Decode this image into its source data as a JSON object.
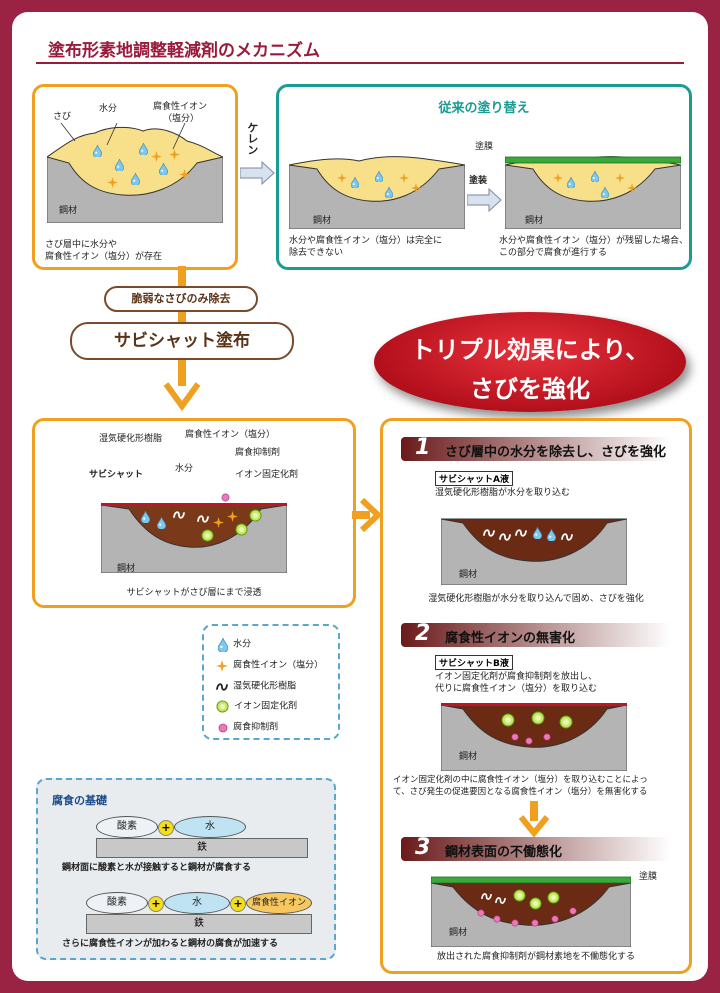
{
  "title": "塗布形素地調整軽減剤のメカニズム",
  "top_left": {
    "labels": {
      "rust": "さび",
      "water": "水分",
      "ion_line1": "腐食性イオン",
      "ion_line2": "（塩分）",
      "steel": "鋼材"
    },
    "caption_line1": "さび層中に水分や",
    "caption_line2": "腐食性イオン（塩分）が存在"
  },
  "keren_label": "ケレン",
  "conventional": {
    "title": "従来の塗り替え",
    "paint_film": "塗膜",
    "coating_label": "塗装",
    "steel": "鋼材",
    "left_caption_line1": "水分や腐食性イオン（塩分）は完全に",
    "left_caption_line2": "除去できない",
    "right_caption_line1": "水分や腐食性イオン（塩分）が残留した場合、",
    "right_caption_line2": "この部分で腐食が進行する"
  },
  "flow": {
    "remove_label": "脆弱なさびのみ除去",
    "apply_label": "サビシャット塗布"
  },
  "triple_banner": {
    "line1": "トリプル効果により、",
    "line2": "さびを強化"
  },
  "middle_left": {
    "labels": {
      "resin": "湿気硬化形樹脂",
      "ion": "腐食性イオン（塩分）",
      "water": "水分",
      "inhibitor": "腐食抑制剤",
      "product": "サビシャット",
      "fixer": "イオン固定化剤",
      "steel": "鋼材"
    },
    "caption": "サビシャットがさび層にまで浸透"
  },
  "legend": {
    "items": [
      {
        "icon": "water-drop-icon",
        "label": "水分"
      },
      {
        "icon": "star-icon",
        "label": "腐食性イオン（塩分）"
      },
      {
        "icon": "resin-curl-icon",
        "label": "湿気硬化形樹脂"
      },
      {
        "icon": "green-circle-icon",
        "label": "イオン固定化剤"
      },
      {
        "icon": "pink-dot-icon",
        "label": "腐食抑制剤"
      }
    ]
  },
  "basics": {
    "title": "腐食の基礎",
    "oxygen": "酸素",
    "water": "水",
    "iron": "鉄",
    "ion": "腐食性イオン",
    "caption1": "鋼材面に酸素と水が接触すると鋼材が腐食する",
    "caption2": "さらに腐食性イオンが加わると鋼材の腐食が加速する"
  },
  "effects": [
    {
      "num": "1",
      "title": "さび層中の水分を除去し、さびを強化",
      "tag": "サビシャットA液",
      "sub": "湿気硬化形樹脂が水分を取り込む",
      "steel": "鋼材",
      "caption": "湿気硬化形樹脂が水分を取り込んで固め、さびを強化"
    },
    {
      "num": "2",
      "title": "腐食性イオンの無害化",
      "tag": "サビシャットB液",
      "sub_line1": "イオン固定化剤が腐食抑制剤を放出し、",
      "sub_line2": "代りに腐食性イオン（塩分）を取り込む",
      "steel": "鋼材",
      "caption_line1": "イオン固定化剤の中に腐食性イオン（塩分）を取り込むことによっ",
      "caption_line2": "て、さび発生の促進要因となる腐食性イオン（塩分）を無害化する"
    },
    {
      "num": "3",
      "title": "鋼材表面の不働態化",
      "paint_film": "塗膜",
      "steel": "鋼材",
      "caption": "放出された腐食抑制剤が鋼材素地を不働態化する"
    }
  ],
  "colors": {
    "burgundy": "#9a1a3a",
    "orange": "#f0a020",
    "teal": "#199c92",
    "rust_yellow": "#f8e08a",
    "rust_brown": "#6b2a14",
    "steel_gray": "#b4b4b4"
  }
}
